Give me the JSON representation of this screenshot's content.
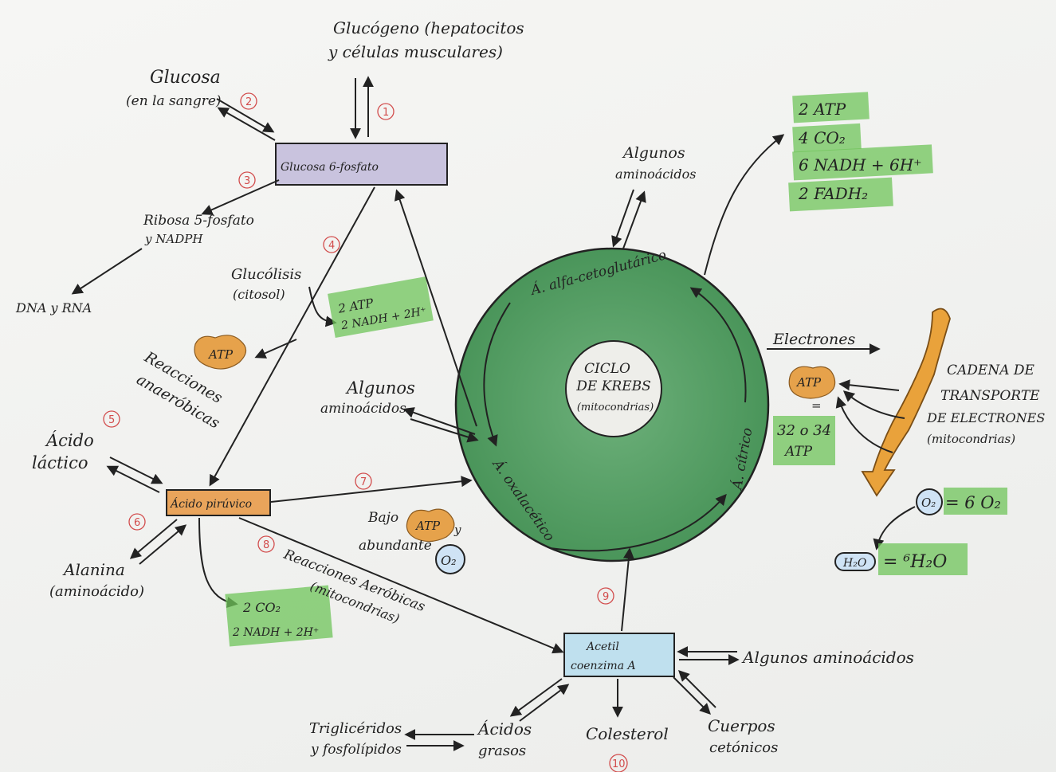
{
  "colors": {
    "highlight": "#6fc45a",
    "krebs_green": "#4f9a5e",
    "glucosa_box": "#c9c3de",
    "piruvico_box": "#e9a45b",
    "acetil_box": "#bfe0ee",
    "atp_blob": "#e6a24b",
    "chain": "#e9a23b",
    "step_number": "#d24c4c"
  },
  "top": {
    "glucogeno": "Glucógeno (hepatocitos",
    "glucogeno2": "y células musculares)",
    "glucosa": "Glucosa",
    "glucosa2": "(en la sangre)"
  },
  "boxes": {
    "glucosa6": "Glucosa 6-fosfato",
    "piruvico": "Ácido pirúvico",
    "acetil": "Acetil",
    "acetil2": "coenzima A"
  },
  "ribosa": {
    "l1": "Ribosa 5-fosfato",
    "l2": "y NADPH",
    "dna": "DNA y RNA"
  },
  "glucolisis": {
    "l1": "Glucólisis",
    "l2": "(citosol)",
    "atp": "2 ATP",
    "nadh": "2 NADH + 2H⁺"
  },
  "anaerobic": {
    "atp": "ATP",
    "l1": "Reacciones",
    "l2": "anaeróbicas"
  },
  "lactico": {
    "l1": "Ácido",
    "l2": "láctico"
  },
  "alanina": {
    "l1": "Alanina",
    "l2": "(aminoácido)"
  },
  "algunos_mid": {
    "l1": "Algunos",
    "l2": "aminoácidos"
  },
  "algunos_top": {
    "l1": "Algunos",
    "l2": "aminoácidos"
  },
  "krebs": {
    "l1": "CICLO",
    "l2": "DE KREBS",
    "l3": "(mitocondrias)",
    "alfa": "Á. alfa-cetoglutárico",
    "oxal": "Á. oxalacético",
    "citrico": "Á. cítrico"
  },
  "krebs_products": [
    "2 ATP",
    "4 CO₂",
    "6 NADH + 6H⁺",
    "2 FADH₂"
  ],
  "electrones": "Electrones",
  "chain": {
    "l1": "CADENA DE",
    "l2": "TRANSPORTE",
    "l3": "DE ELECTRONES",
    "l4": "(mitocondrias)",
    "atp": "ATP",
    "eq": "=",
    "atp_count": "32 o 34",
    "atp_word": "ATP"
  },
  "oxygen": {
    "o2": "O₂",
    "eq": "= 6 O₂",
    "h2o": "H₂O",
    "h2o_eq": "= ⁶H₂O"
  },
  "bajo": {
    "l1": "Bajo",
    "atp": "ATP",
    "y": "y",
    "l2": "abundante",
    "o2": "O₂"
  },
  "aerobic": {
    "l1": "Reacciones Aeróbicas",
    "l2": "(mitocondrias)"
  },
  "piruvico_products": {
    "co2": "2 CO₂",
    "nadh": "2 NADH + 2H⁺"
  },
  "acetil_sources": {
    "algunos": "Algunos aminoácidos",
    "trigl1": "Triglicéridos",
    "trigl2": "y fosfolípidos",
    "acidos1": "Ácidos",
    "acidos2": "grasos",
    "colesterol": "Colesterol",
    "cuerpos1": "Cuerpos",
    "cuerpos2": "cetónicos"
  },
  "steps": [
    "1",
    "2",
    "3",
    "4",
    "5",
    "6",
    "7",
    "8",
    "9",
    "10"
  ]
}
